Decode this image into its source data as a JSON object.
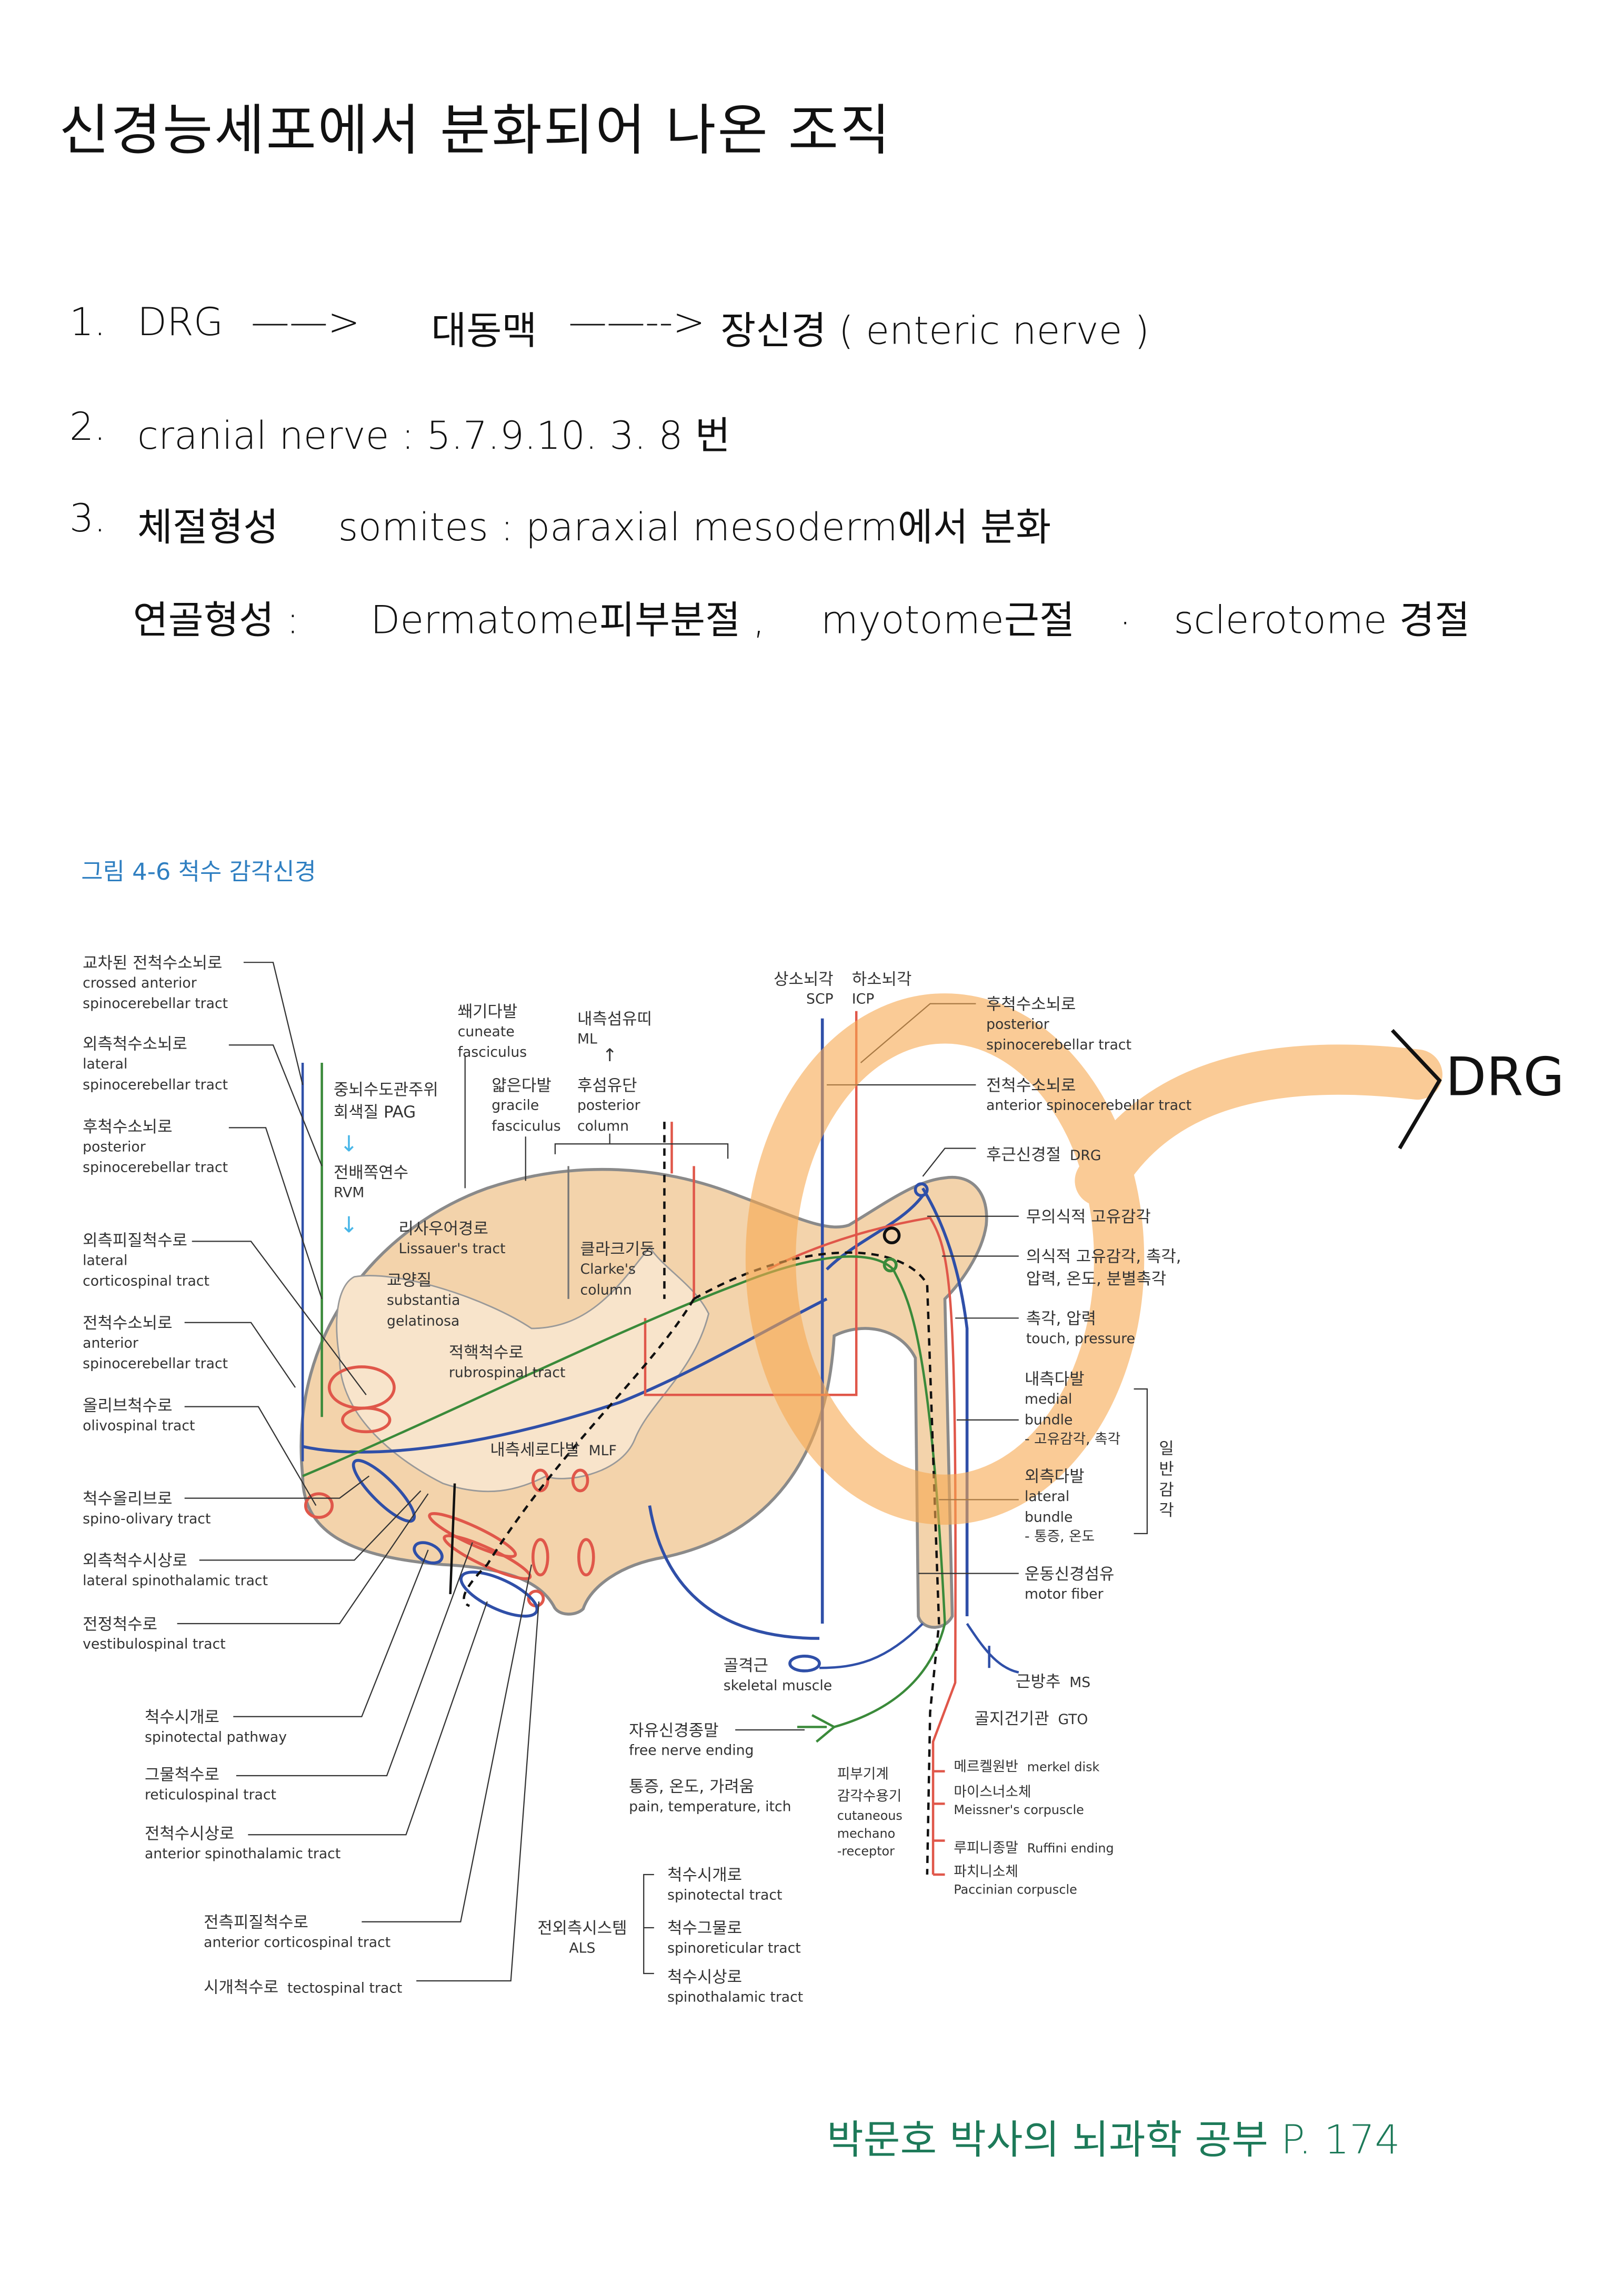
{
  "title": "신경능세포에서 분화되어 나온 조직",
  "lines": [
    {
      "num": "1.",
      "a": "DRG",
      "arrow1": "——>",
      "b": "대동맥",
      "arrow2": "——-->",
      "c": "장신경 ( enteric nerve )"
    },
    {
      "num": "2.",
      "a": "cranial nerve : 5.7.9.10. 3. 8 번"
    },
    {
      "num": "3.",
      "a": "체절형성",
      "b": "somites : paraxial mesoderm에서 분화"
    },
    {
      "a": "연골형성 :",
      "b": "Dermatome피부분절 ,",
      "c": "myotome근절",
      "d": ".",
      "e": "sclerotome 경절"
    }
  ],
  "figure": {
    "title": "그림 4-6 척수 감각신경",
    "annotation": "DRG",
    "left_labels": [
      {
        "ko": "교차된 전척수소뇌로",
        "en": "crossed anterior\nspinocerebellar tract"
      },
      {
        "ko": "외측척수소뇌로",
        "en": "lateral\nspinocerebellar tract"
      },
      {
        "ko": "후척수소뇌로",
        "en": "posterior\nspinocerebellar tract"
      },
      {
        "ko": "외측피질척수로",
        "en": "lateral\ncorticospinal tract"
      },
      {
        "ko": "전척수소뇌로",
        "en": "anterior\nspinocerebellar tract"
      },
      {
        "ko": "올리브척수로",
        "en": "olivospinal tract"
      },
      {
        "ko": "척수올리브로",
        "en": "spino-olivary tract"
      },
      {
        "ko": "외측척수시상로",
        "en": "lateral spinothalamic tract"
      },
      {
        "ko": "전정척수로",
        "en": "vestibulospinal tract"
      },
      {
        "ko": "척수시개로",
        "en": "spinotectal pathway"
      },
      {
        "ko": "그물척수로",
        "en": "reticulospinal tract"
      },
      {
        "ko": "전척수시상로",
        "en": "anterior spinothalamic tract"
      },
      {
        "ko": "전측피질척수로",
        "en": "anterior corticospinal tract"
      },
      {
        "ko": "시개척수로",
        "en": "tectospinal tract"
      }
    ],
    "center_labels": [
      {
        "ko": "중뇌수도관주위",
        "en": "회색질  PAG"
      },
      {
        "ko": "전배쪽연수",
        "en": "RVM"
      },
      {
        "ko": "쐐기다발",
        "en": "cuneate\nfasciculus"
      },
      {
        "ko": "내측섬유띠",
        "en": "ML"
      },
      {
        "ko": "후섬유단",
        "en": "posterior\ncolumn"
      },
      {
        "ko": "얇은다발",
        "en": "gracile\nfasciculus"
      },
      {
        "ko": "리사우어경로",
        "en": "Lissauer's tract"
      },
      {
        "ko": "교양질",
        "en": "substantia\ngelatinosa"
      },
      {
        "ko": "클라크기둥",
        "en": "Clarke's\ncolumn"
      },
      {
        "ko": "적핵척수로",
        "en": "rubrospinal tract"
      },
      {
        "ko": "내측세로다발",
        "en": "MLF"
      },
      {
        "ko": "상소뇌각",
        "en": "SCP"
      },
      {
        "ko": "하소뇌각",
        "en": "ICP"
      }
    ],
    "arrows": {
      "down1": "↓",
      "down2": "↓",
      "up": "↑"
    },
    "right_labels": [
      {
        "ko": "후척수소뇌로",
        "en": "posterior\nspinocerebellar tract"
      },
      {
        "ko": "전척수소뇌로",
        "en": "anterior spinocerebellar tract"
      },
      {
        "ko": "후근신경절",
        "en": "DRG"
      },
      {
        "ko": "무의식적 고유감각",
        "en": ""
      },
      {
        "ko": "의식적 고유감각, 촉각,",
        "en": "압력, 온도, 분별촉각"
      },
      {
        "ko": "촉각, 압력",
        "en": "touch, pressure"
      },
      {
        "ko": "내측다발",
        "en": "medial\nbundle\n- 고유감각, 촉각"
      },
      {
        "ko": "외측다발",
        "en": "lateral\nbundle\n- 통증, 온도"
      },
      {
        "ko": "운동신경섬유",
        "en": "motor fiber"
      }
    ],
    "general_sense": "일반감각",
    "periphery_labels": [
      {
        "ko": "골격근",
        "en": "skeletal muscle"
      },
      {
        "ko": "근방추",
        "en": "MS"
      },
      {
        "ko": "골지건기관",
        "en": "GTO"
      },
      {
        "ko": "자유신경종말",
        "en": "free nerve ending"
      },
      {
        "ko": "통증, 온도, 가려움",
        "en": "pain, temperature, itch"
      },
      {
        "ko": "피부기계\n감각수용기",
        "en": "cutaneous\nmechano\n-receptor"
      },
      {
        "ko": "메르켈원반",
        "en": "merkel disk"
      },
      {
        "ko": "마이스너소체",
        "en": "Meissner's corpuscle"
      },
      {
        "ko": "루피니종말",
        "en": "Ruffini ending"
      },
      {
        "ko": "파치니소체",
        "en": "Paccinian corpuscle"
      }
    ],
    "als": {
      "ko": "전외측시스템",
      "en": "ALS",
      "items": [
        {
          "ko": "척수시개로",
          "en": "spinotectal tract"
        },
        {
          "ko": "척수그물로",
          "en": "spinoreticular tract"
        },
        {
          "ko": "척수시상로",
          "en": "spinothalamic tract"
        }
      ]
    },
    "colors": {
      "blue": "#2f4fa8",
      "red": "#e0574a",
      "green": "#3a8a3a",
      "cord": "#f3d3ab",
      "highlight": "#f7a850"
    }
  },
  "footer": "박문호 박사의 뇌과학 공부 P.  174"
}
